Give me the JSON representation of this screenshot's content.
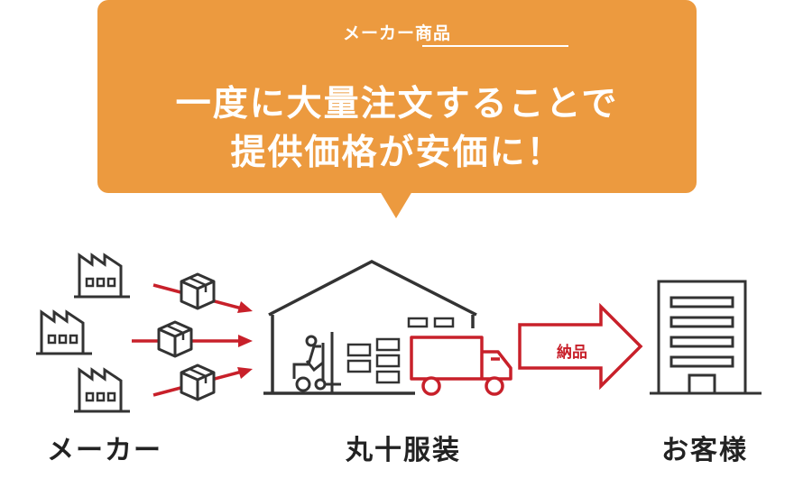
{
  "banner": {
    "tag": "メーカー商品",
    "headline_line1": "一度に大量注文することで",
    "headline_line2": "提供価格が安価に！"
  },
  "flow": {
    "maker_label": "メーカー",
    "company_label": "丸十服装",
    "customer_label": "お客様",
    "delivery_label": "納品"
  },
  "colors": {
    "banner_bg": "#ec9a3f",
    "accent_red": "#c8202a",
    "line_dark": "#333333"
  },
  "icons": [
    "factory-icon",
    "box-icon",
    "warehouse-icon",
    "forklift-icon",
    "truck-icon",
    "building-icon",
    "arrow-icon"
  ]
}
